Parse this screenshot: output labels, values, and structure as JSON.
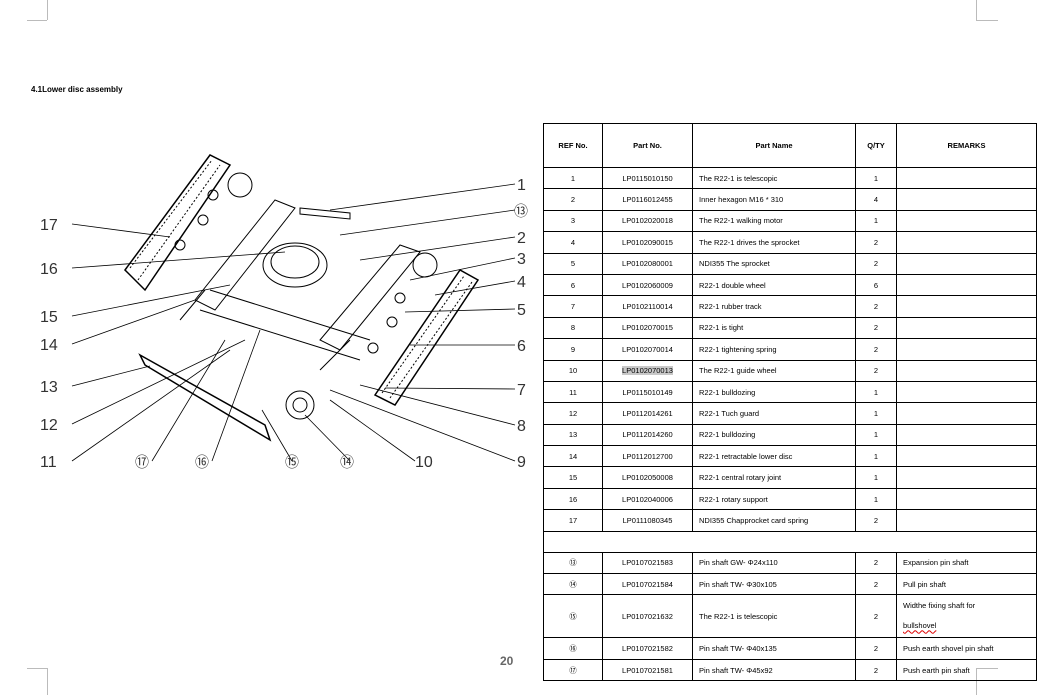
{
  "section_title": "4.1Lower disc assembly",
  "page_number": "20",
  "diagram": {
    "left_labels": [
      "17",
      "16",
      "15",
      "14",
      "13",
      "12",
      "11"
    ],
    "bottom_labels": [
      "⑰",
      "⑯",
      "⑮",
      "⑭",
      "10"
    ],
    "right_labels": [
      "1",
      "⑬",
      "2",
      "3",
      "4",
      "5",
      "6",
      "7",
      "8",
      "9"
    ]
  },
  "table": {
    "headers": [
      "REF No.",
      "Part No.",
      "Part Name",
      "Q/TY",
      "REMARKS"
    ],
    "rows": [
      {
        "ref": "1",
        "part_no": "LP0115010150",
        "name": "The R22-1 is telescopic",
        "qty": "1",
        "remarks": ""
      },
      {
        "ref": "2",
        "part_no": "LP0116012455",
        "name": "Inner hexagon M16 * 310",
        "qty": "4",
        "remarks": ""
      },
      {
        "ref": "3",
        "part_no": "LP0102020018",
        "name": "The R22-1 walking motor",
        "qty": "1",
        "remarks": ""
      },
      {
        "ref": "4",
        "part_no": "LP0102090015",
        "name": "The R22-1 drives the sprocket",
        "qty": "2",
        "remarks": ""
      },
      {
        "ref": "5",
        "part_no": "LP0102080001",
        "name": "NDI355 The sprocket",
        "qty": "2",
        "remarks": ""
      },
      {
        "ref": "6",
        "part_no": "LP0102060009",
        "name": "R22-1 double wheel",
        "qty": "6",
        "remarks": ""
      },
      {
        "ref": "7",
        "part_no": "LP0102110014",
        "name": "R22-1 rubber track",
        "qty": "2",
        "remarks": ""
      },
      {
        "ref": "8",
        "part_no": "LP0102070015",
        "name": "R22-1 is tight",
        "qty": "2",
        "remarks": ""
      },
      {
        "ref": "9",
        "part_no": "LP0102070014",
        "name": "R22-1 tightening spring",
        "qty": "2",
        "remarks": ""
      },
      {
        "ref": "10",
        "part_no": "LP0102070013",
        "name": "The R22-1 guide wheel",
        "qty": "2",
        "remarks": ""
      },
      {
        "ref": "11",
        "part_no": "LP0115010149",
        "name": "R22-1 bulldozing",
        "qty": "1",
        "remarks": ""
      },
      {
        "ref": "12",
        "part_no": "LP0112014261",
        "name": "R22-1 Tuch guard",
        "qty": "1",
        "remarks": ""
      },
      {
        "ref": "13",
        "part_no": "LP0112014260",
        "name": "R22-1 bulldozing",
        "qty": "1",
        "remarks": ""
      },
      {
        "ref": "14",
        "part_no": "LP0112012700",
        "name": "R22-1 retractable lower disc",
        "qty": "1",
        "remarks": ""
      },
      {
        "ref": "15",
        "part_no": "LP0102050008",
        "name": "R22-1 central rotary joint",
        "qty": "1",
        "remarks": ""
      },
      {
        "ref": "16",
        "part_no": "LP0102040006",
        "name": "R22-1 rotary support",
        "qty": "1",
        "remarks": ""
      },
      {
        "ref": "17",
        "part_no": "LP0111080345",
        "name": "NDI355 Chapprocket card spring",
        "qty": "2",
        "remarks": ""
      }
    ],
    "pin_rows": [
      {
        "ref": "⑬",
        "part_no": "LP0107021583",
        "name": "Pin shaft GW-  Φ24x110",
        "qty": "2",
        "remarks": "Expansion pin shaft"
      },
      {
        "ref": "⑭",
        "part_no": "LP0107021584",
        "name": "Pin shaft TW-  Φ30x105",
        "qty": "2",
        "remarks": "Pull pin shaft"
      },
      {
        "ref": "⑮",
        "part_no": "LP0107021632",
        "name": "The R22-1 is telescopic",
        "qty": "2",
        "remarks": "Widthe fixing shaft for",
        "remarks2": "bullshovel"
      },
      {
        "ref": "⑯",
        "part_no": "LP0107021582",
        "name": "Pin shaft TW-  Φ40x135",
        "qty": "2",
        "remarks": "Push earth shovel pin shaft"
      },
      {
        "ref": "⑰",
        "part_no": "LP0107021581",
        "name": "Pin shaft TW-  Φ45x92",
        "qty": "2",
        "remarks": "Push earth pin shaft"
      }
    ]
  }
}
